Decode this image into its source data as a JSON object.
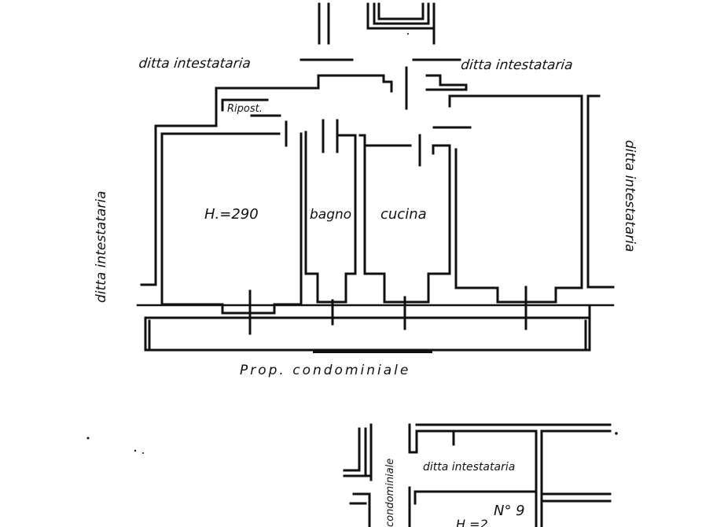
{
  "labels": {
    "top_left_neighbor": "ditta intestataria",
    "top_right_neighbor": "ditta intestataria",
    "left_neighbor": "ditta intestataria",
    "right_neighbor": "ditta intestataria",
    "ripost": "Ripost.",
    "room_height": "H.=290",
    "bagno": "bagno",
    "cucina": "cucina",
    "prop_condominiale": "Prop. condominiale",
    "lower_neighbor": "ditta intestataria",
    "lower_condominiale": "condominiale",
    "unit_number": "N° 9",
    "lower_height": "H.=2.."
  },
  "colors": {
    "ink": "#111111",
    "paper": "#ffffff"
  }
}
